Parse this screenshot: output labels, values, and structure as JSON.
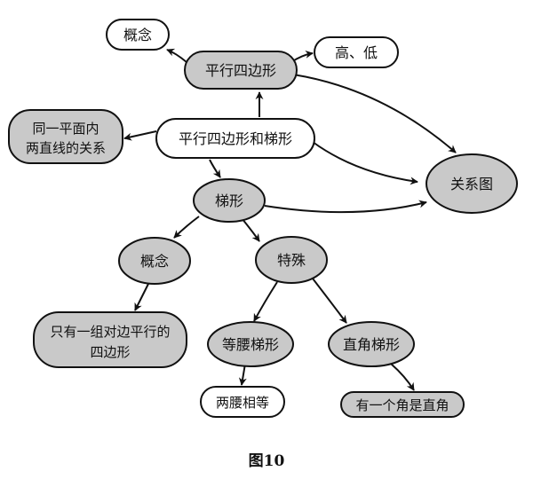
{
  "colors": {
    "node_fill_gray": "#c9c9c9",
    "node_fill_white": "#ffffff",
    "stroke": "#111111"
  },
  "nodes": {
    "gainian_top": "概念",
    "pingxing": "平行四边形",
    "gaodi": "高、低",
    "tongyi_line1": "同一平面内",
    "tongyi_line2": "两直线的关系",
    "center": "平行四边形和梯形",
    "guanxitu": "关系图",
    "tixing": "梯形",
    "gainian_mid": "概念",
    "teshu": "特殊",
    "zhiyou_line1": "只有一组对边平行的",
    "zhiyou_line2": "四边形",
    "dengyao": "等腰梯形",
    "zhijiao": "直角梯形",
    "liangyao": "两腰相等",
    "youyige": "有一个角是直角"
  },
  "caption": "图10"
}
